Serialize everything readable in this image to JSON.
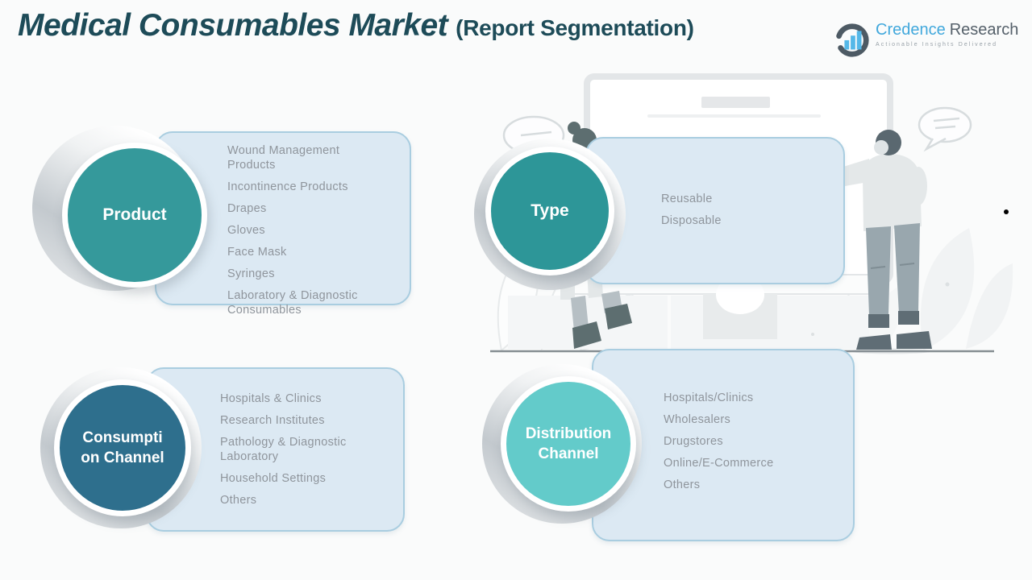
{
  "header": {
    "title_main": "Medical Consumables Market",
    "title_suffix": "(Report Segmentation)",
    "title_color": "#1d4b58"
  },
  "logo": {
    "brand_primary": "Credence",
    "brand_secondary": "Research",
    "tagline": "Actionable Insights Delivered",
    "primary_color": "#41a8dc",
    "secondary_color": "#55606a"
  },
  "colors": {
    "panel_fill": "#dce9f3",
    "panel_border": "#a9cde0",
    "item_text": "#8f959c",
    "product_circle": "#35999b",
    "type_circle": "#2d9698",
    "consumption_circle": "#2e6f8d",
    "distribution_circle": "#63cbca"
  },
  "segments": [
    {
      "id": "product",
      "label": "Product",
      "items": [
        "Wound Management Products",
        "Incontinence Products",
        "Drapes",
        "Gloves",
        "Face Mask",
        "Syringes",
        "Laboratory & Diagnostic Consumables"
      ]
    },
    {
      "id": "type",
      "label": "Type",
      "items": [
        "Reusable",
        "Disposable"
      ]
    },
    {
      "id": "consumption-channel",
      "label": "Consumption Channel",
      "label_lines": [
        "Consumpti",
        "on Channel"
      ],
      "items": [
        "Hospitals & Clinics",
        "Research Institutes",
        "Pathology & Diagnostic Laboratory",
        "Household Settings",
        "Others"
      ]
    },
    {
      "id": "distribution-channel",
      "label": "Distribution Channel",
      "label_lines": [
        "Distribution",
        "Channel"
      ],
      "items": [
        "Hospitals/Clinics",
        "Wholesalers",
        "Drugstores",
        "Online/E-Commerce",
        "Others"
      ]
    }
  ]
}
